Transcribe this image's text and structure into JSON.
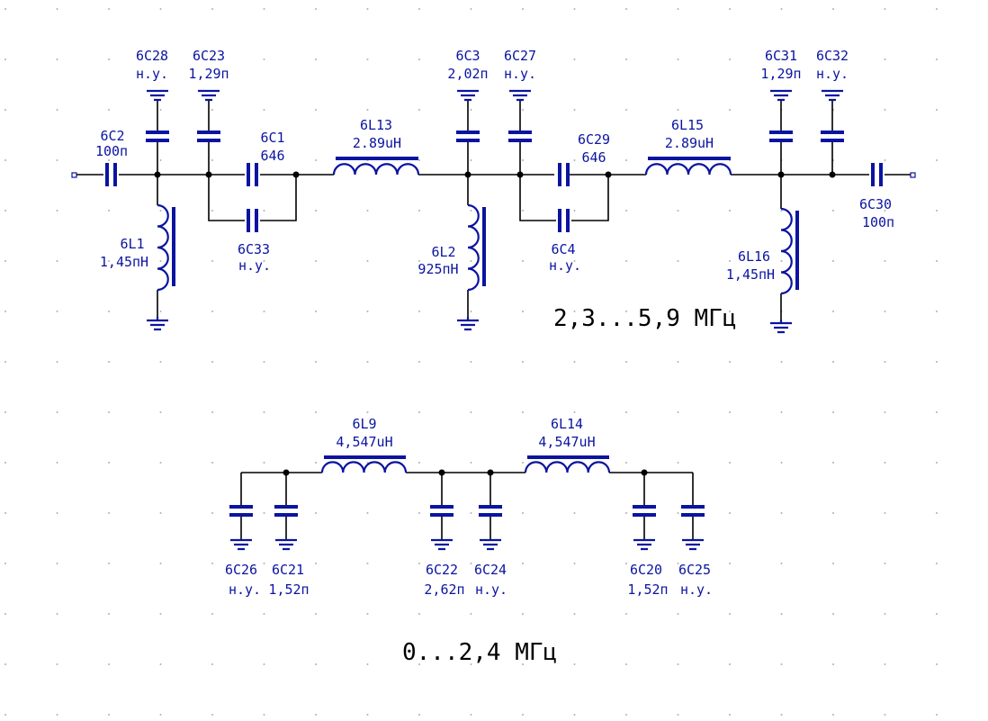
{
  "components": {
    "c28": {
      "ref": "6C28",
      "val": "н.у."
    },
    "c23": {
      "ref": "6C23",
      "val": "1,29п"
    },
    "c2": {
      "ref": "6C2",
      "val": "100п"
    },
    "c1": {
      "ref": "6C1",
      "val": "646"
    },
    "l13": {
      "ref": "6L13",
      "val": "2.89uH"
    },
    "c3": {
      "ref": "6C3",
      "val": "2,02п"
    },
    "c27": {
      "ref": "6C27",
      "val": "н.у."
    },
    "c29": {
      "ref": "6C29",
      "val": "646"
    },
    "l15": {
      "ref": "6L15",
      "val": "2.89uH"
    },
    "c31": {
      "ref": "6C31",
      "val": "1,29п"
    },
    "c32": {
      "ref": "6C32",
      "val": "н.у."
    },
    "c30": {
      "ref": "6C30",
      "val": "100п"
    },
    "l1": {
      "ref": "6L1",
      "val": "1,45пН"
    },
    "c33": {
      "ref": "6C33",
      "val": "н.у."
    },
    "l2": {
      "ref": "6L2",
      "val": "925пН"
    },
    "c4": {
      "ref": "6C4",
      "val": "н.у."
    },
    "l16": {
      "ref": "6L16",
      "val": "1,45пН"
    },
    "l9": {
      "ref": "6L9",
      "val": "4,547uH"
    },
    "l14": {
      "ref": "6L14",
      "val": "4,547uH"
    },
    "c26": {
      "ref": "6C26",
      "val": "н.у."
    },
    "c21": {
      "ref": "6C21",
      "val": "1,52п"
    },
    "c22": {
      "ref": "6C22",
      "val": "2,62п"
    },
    "c24": {
      "ref": "6C24",
      "val": "н.у."
    },
    "c20": {
      "ref": "6C20",
      "val": "1,52п"
    },
    "c25": {
      "ref": "6C25",
      "val": "н.у."
    }
  },
  "band_top": "2,3...5,9  МГц",
  "band_bottom": "0...2,4  МГц",
  "colors": {
    "symbol": "#0a14a0",
    "wire": "#000000",
    "grid": "#b0b0b0",
    "background": "#ffffff"
  }
}
